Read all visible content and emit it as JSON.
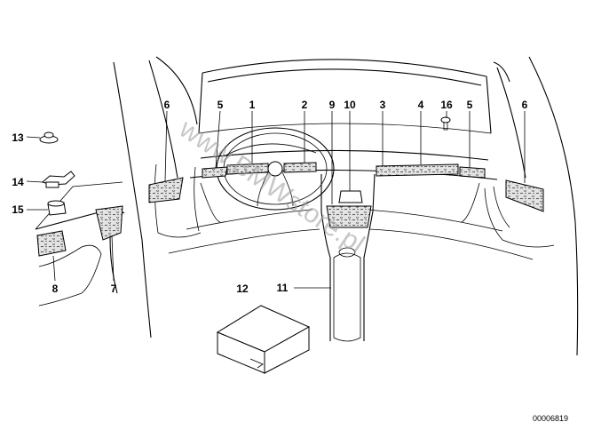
{
  "diagram": {
    "callouts": [
      {
        "id": "c1",
        "label": "1"
      },
      {
        "id": "c2",
        "label": "2"
      },
      {
        "id": "c3",
        "label": "3"
      },
      {
        "id": "c4",
        "label": "4"
      },
      {
        "id": "c5a",
        "label": "5"
      },
      {
        "id": "c5b",
        "label": "5"
      },
      {
        "id": "c6a",
        "label": "6"
      },
      {
        "id": "c6b",
        "label": "6"
      },
      {
        "id": "c7",
        "label": "7"
      },
      {
        "id": "c8",
        "label": "8"
      },
      {
        "id": "c9",
        "label": "9"
      },
      {
        "id": "c10",
        "label": "10"
      },
      {
        "id": "c11",
        "label": "11"
      },
      {
        "id": "c12",
        "label": "12"
      },
      {
        "id": "c13",
        "label": "13"
      },
      {
        "id": "c14",
        "label": "14"
      },
      {
        "id": "c15",
        "label": "15"
      },
      {
        "id": "c16",
        "label": "16"
      }
    ],
    "reference_number": "00006819",
    "watermark": "www.BMWstore.pl"
  }
}
